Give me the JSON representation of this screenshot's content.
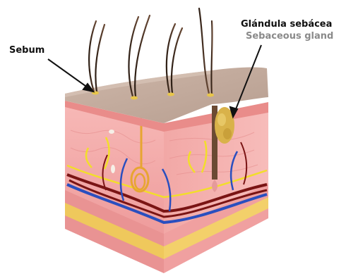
{
  "labels": {
    "sebum": "Sebum",
    "gland_es": "Glándula sebácea",
    "gland_en": "Sebaceous gland"
  },
  "colors": {
    "label_primary": "#111111",
    "label_secondary": "#8a8a8a",
    "epidermis_top": "#c2a99b",
    "dermis": "#f0a7a7",
    "fat_yellow": "#ecc65a",
    "base_pink": "#e88f8f",
    "hair": "#4a3426",
    "nerve": "#f2de2a",
    "artery": "#7a1414",
    "vein": "#2a4fbf",
    "gland": "#d9b24a"
  },
  "icons": [
    "hair-strand",
    "sebaceous-gland",
    "sweat-gland-coil",
    "blood-vessel",
    "nerve-fiber"
  ]
}
